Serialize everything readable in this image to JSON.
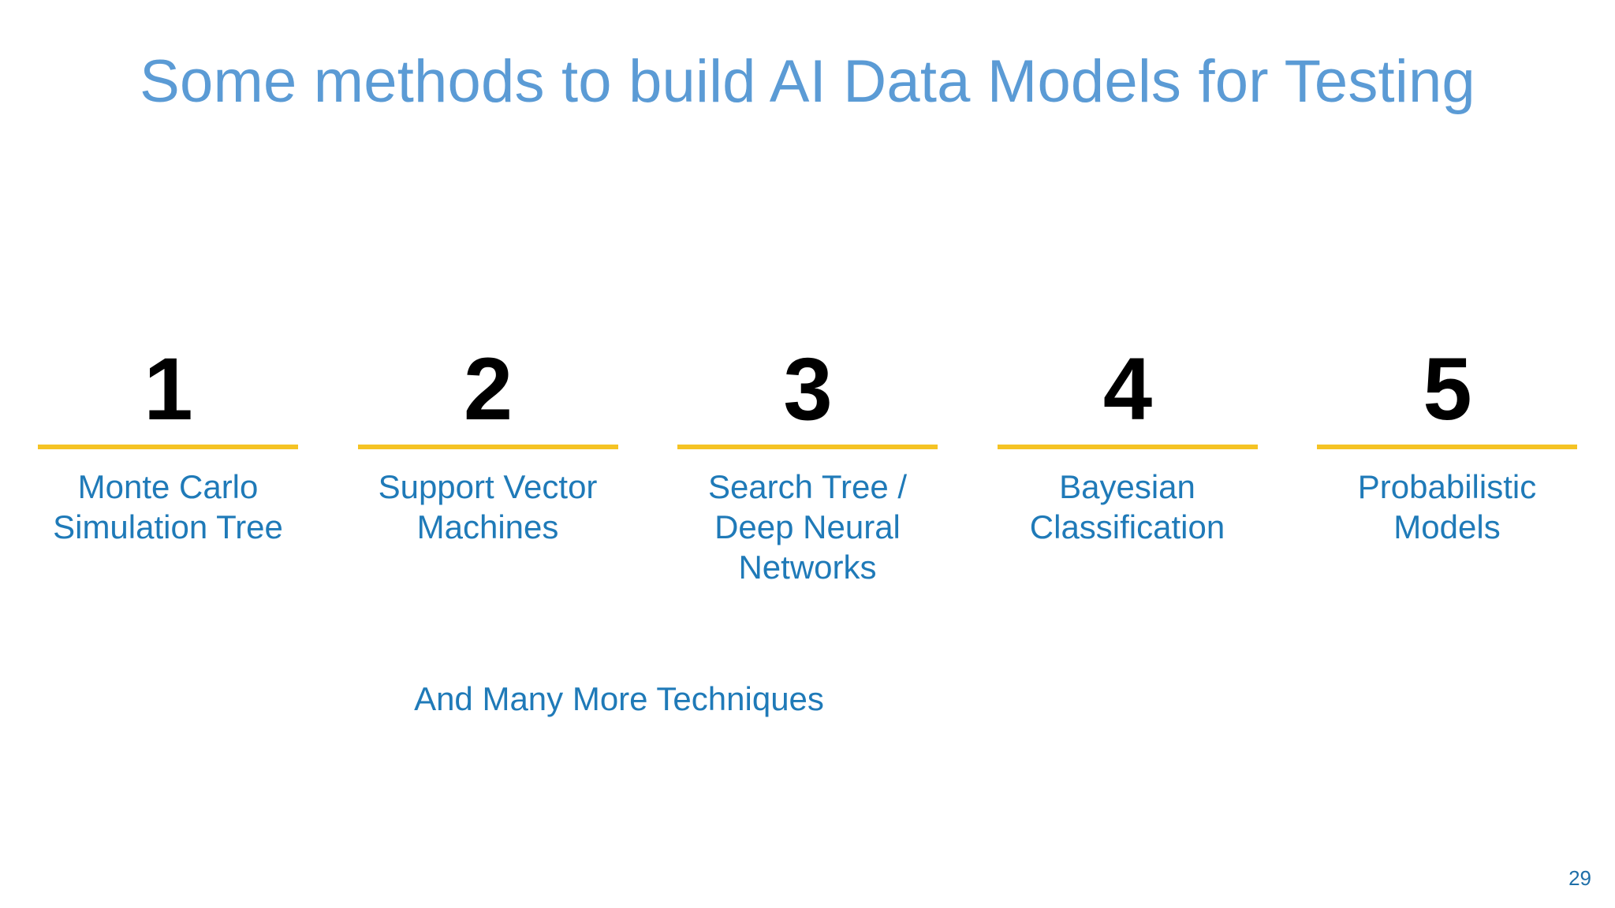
{
  "slide": {
    "title": "Some methods to build AI Data Models for Testing",
    "footer_note": "And Many More Techniques",
    "page_number": "29",
    "colors": {
      "title_blue": "#5B9BD5",
      "label_blue": "#1F7AB8",
      "rule_gold": "#F5C324",
      "number_black": "#000000",
      "background": "#FFFFFF"
    }
  },
  "columns": [
    {
      "number": "1",
      "label": "Monte Carlo Simulation Tree"
    },
    {
      "number": "2",
      "label": "Support Vector Machines"
    },
    {
      "number": "3",
      "label": "Search Tree / Deep Neural Networks"
    },
    {
      "number": "4",
      "label": "Bayesian Classification"
    },
    {
      "number": "5",
      "label": "Probabilistic Models"
    }
  ]
}
